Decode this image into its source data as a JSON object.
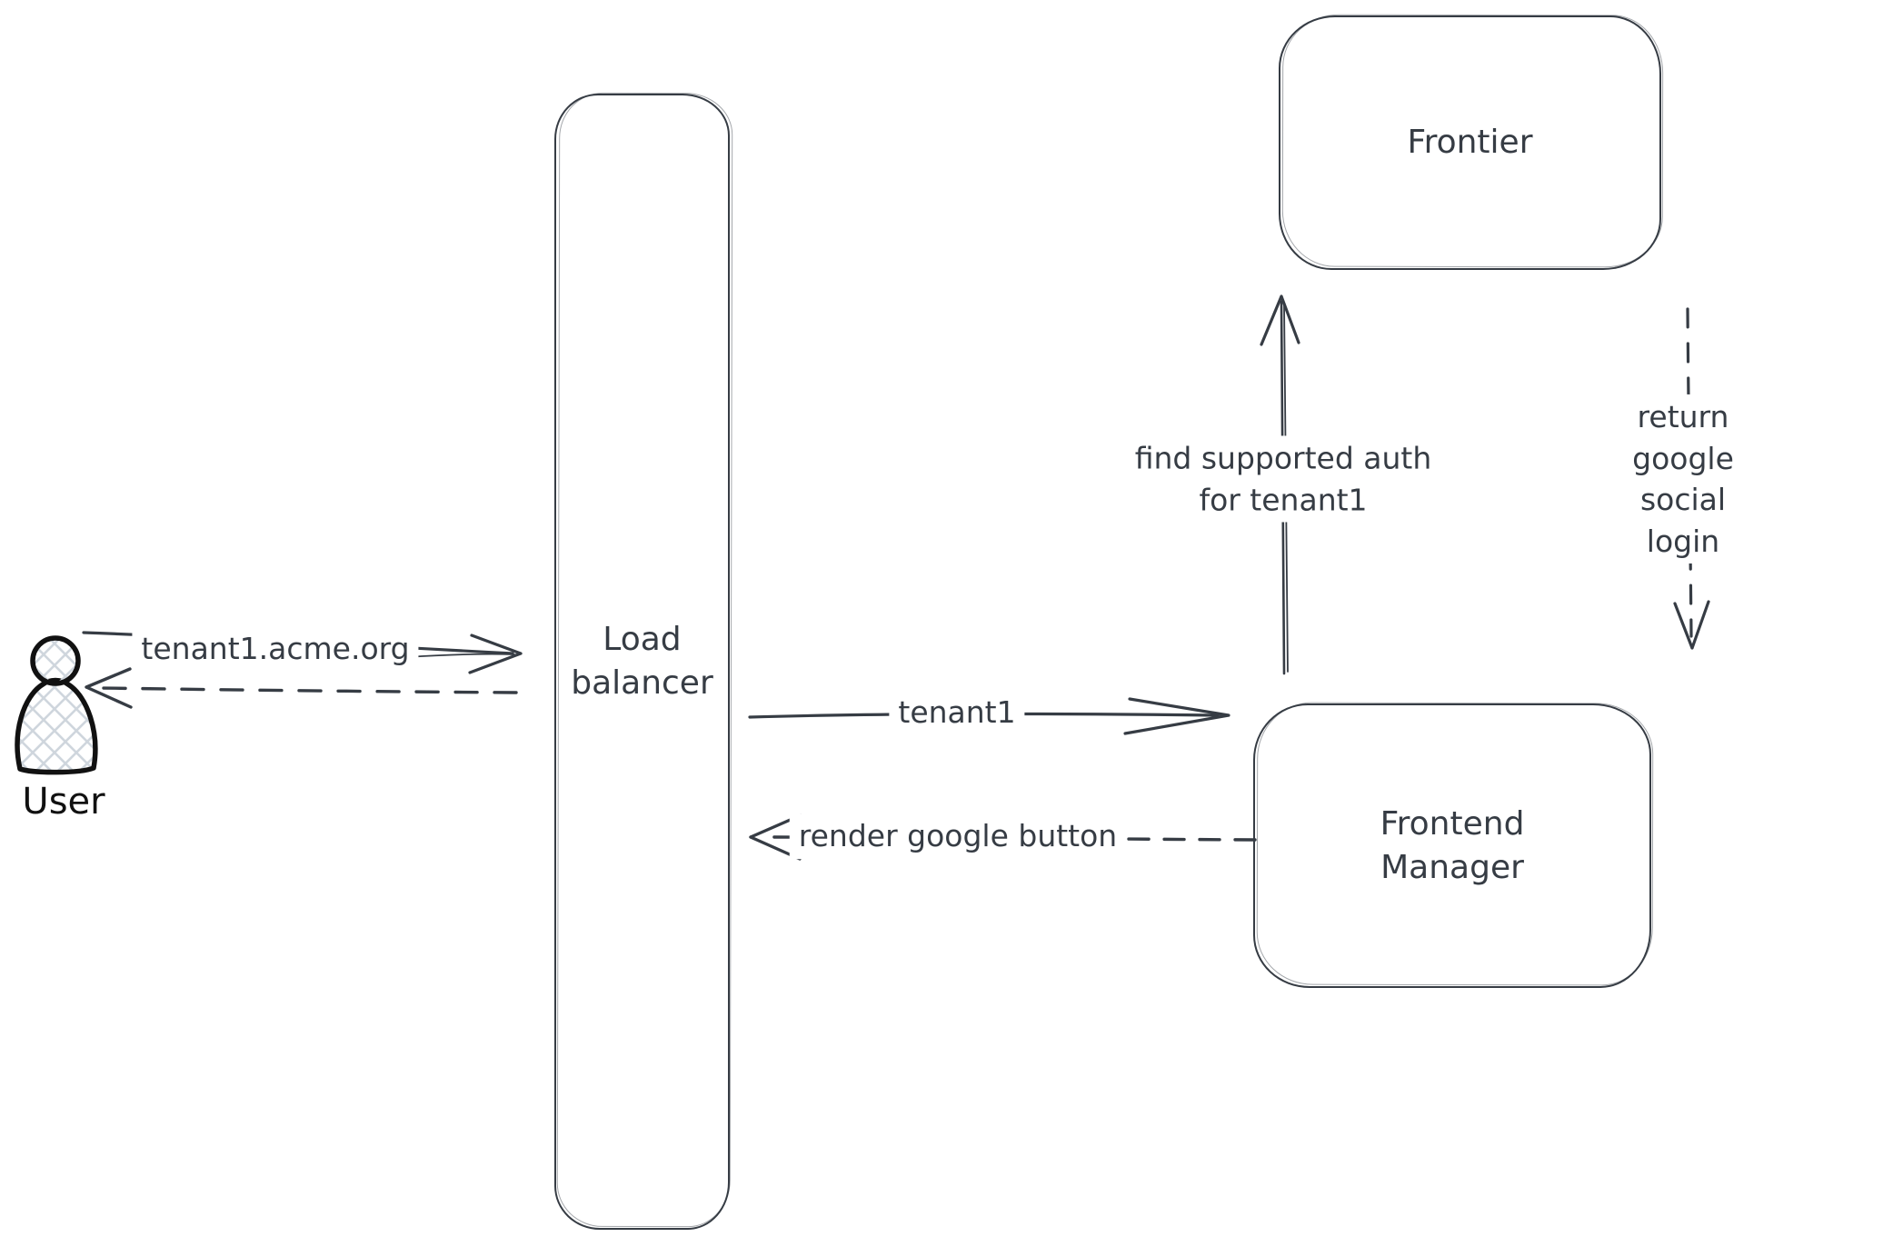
{
  "colors": {
    "ink": "#363c44",
    "actor_ink": "#111111",
    "hatch_fill": "#cfd6dd",
    "background": "#ffffff"
  },
  "nodes": {
    "user": {
      "label": "User"
    },
    "load_balancer": {
      "label": "Load\nbalancer"
    },
    "frontier": {
      "label": "Frontier"
    },
    "frontend_manager": {
      "label": "Frontend\nManager"
    }
  },
  "arrows": {
    "user_to_load_balancer": {
      "label": "tenant1.acme.org",
      "style": "solid",
      "direction": "right"
    },
    "load_balancer_to_user": {
      "label": "",
      "style": "dashed",
      "direction": "left"
    },
    "load_balancer_to_frontend_manager": {
      "label": "tenant1",
      "style": "solid",
      "direction": "right"
    },
    "frontend_manager_to_load_balancer": {
      "label": "render google button",
      "style": "dashed",
      "direction": "left"
    },
    "frontend_manager_to_frontier": {
      "label": "find supported auth\nfor tenant1",
      "style": "solid",
      "direction": "up"
    },
    "frontier_to_frontend_manager": {
      "label": "return google social\nlogin",
      "style": "dashed",
      "direction": "down"
    }
  }
}
